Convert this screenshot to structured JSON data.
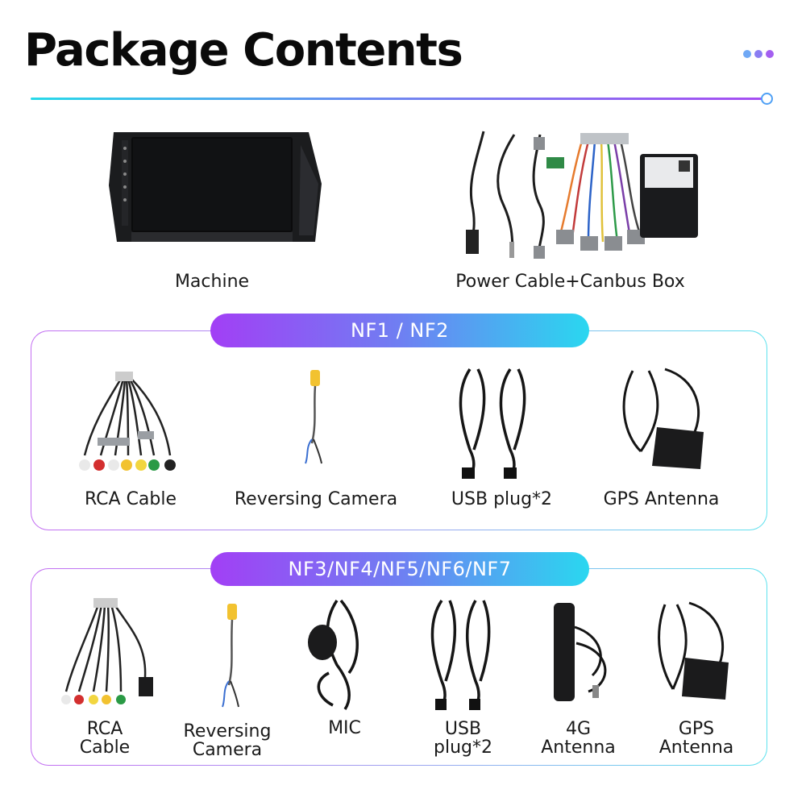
{
  "header": {
    "title": "Package Contents",
    "dot_colors": [
      "#6fa8f5",
      "#8a7df2",
      "#a45ff0"
    ],
    "accent_gradient": [
      "#26d9e9",
      "#a64df2"
    ]
  },
  "top_items": [
    {
      "label": "Machine",
      "icon": "car-stereo-screen-icon"
    },
    {
      "label": "Power Cable+Canbus Box",
      "icon": "wiring-harness-canbus-icon"
    }
  ],
  "section_nf12": {
    "title": "NF1 / NF2",
    "items": [
      {
        "label": "RCA Cable"
      },
      {
        "label": "Reversing Camera"
      },
      {
        "label": "USB plug*2"
      },
      {
        "label": "GPS Antenna"
      }
    ]
  },
  "section_nf37": {
    "title": "NF3/NF4/NF5/NF6/NF7",
    "items": [
      {
        "label": "RCA\nCable"
      },
      {
        "label": "Reversing\nCamera"
      },
      {
        "label": "MIC"
      },
      {
        "label": "USB\nplug*2"
      },
      {
        "label": "4G\nAntenna"
      },
      {
        "label": "GPS\nAntenna"
      }
    ]
  }
}
